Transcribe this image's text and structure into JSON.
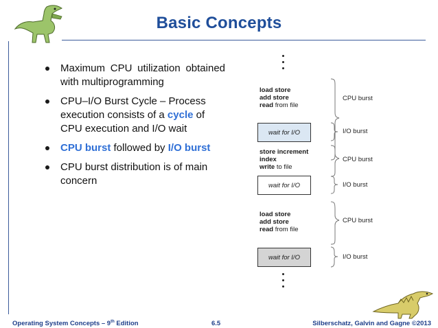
{
  "slide": {
    "title": "Basic Concepts",
    "bullets": {
      "b1": "Maximum CPU utilization obtained with multiprogramming",
      "b2_pre": "CPU–I/O Burst Cycle – Process execution consists of a ",
      "b2_hl": "cycle",
      "b2_post": " of CPU execution and I/O wait",
      "b3_hl1": "CPU burst",
      "b3_mid": " followed by ",
      "b3_hl2": "I/O burst",
      "b4": "CPU burst distribution is of main concern"
    }
  },
  "diagram": {
    "block1": {
      "line1": "load store",
      "line2": "add store",
      "line3_bold": "read",
      "line3_rest": " from file"
    },
    "wait1": "wait for I/O",
    "block2": {
      "line1": "store increment",
      "line2": "index",
      "line3_bold": "write",
      "line3_rest": " to file"
    },
    "wait2": "wait for I/O",
    "block3": {
      "line1": "load store",
      "line2": "add store",
      "line3_bold": "read",
      "line3_rest": " from file"
    },
    "wait3": "wait for I/O",
    "labels": {
      "cpu1": "CPU burst",
      "io1": "I/O burst",
      "cpu2": "CPU burst",
      "io2": "I/O burst",
      "cpu3": "CPU burst",
      "io3": "I/O burst"
    }
  },
  "footer": {
    "left_pre": "Operating System Concepts – 9",
    "left_sup": "th",
    "left_post": " Edition",
    "page": "6.5",
    "right": "Silberschatz, Galvin and Gagne ©2013"
  },
  "colors": {
    "title": "#1f4e9a",
    "highlight": "#2f6fd6",
    "footer": "#1f3f8a"
  }
}
